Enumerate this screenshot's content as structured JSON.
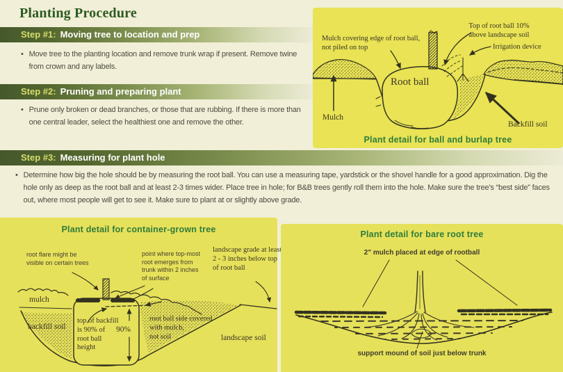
{
  "page": {
    "title": "Planting Procedure",
    "bullet_char": "•"
  },
  "steps": [
    {
      "label": "Step #1:",
      "title": "Moving tree to location and prep",
      "body": "Move tree to the planting location and remove trunk wrap if present. Remove twine from crown and any labels."
    },
    {
      "label": "Step #2:",
      "title": "Pruning and preparing plant",
      "body": "Prune only broken or dead branches, or those that are rubbing. If there is more than one central leader, select the healthiest one and remove the other."
    },
    {
      "label": "Step #3:",
      "title": "Measuring for plant hole",
      "body": "Determine how big the hole should be by measuring the root ball. You can use a measuring tape, yardstick or the shovel handle for a good approximation. Dig the hole only as deep as the root ball and at least 2-3 times wider. Place tree in hole; for B&B trees gently roll them into the hole. Make sure the tree’s “best side” faces out, where most people will get to see it. Make sure to plant at or slightly above grade."
    }
  ],
  "diagrams": {
    "burlap": {
      "caption": "Plant detail for ball and burlap tree",
      "labels": {
        "mulch_covering": "Mulch covering edge of root ball,\nnot piled on top",
        "top_of_root_ball": "Top of root ball 10%\nabove landscape soil",
        "irrigation": "Irrigation device",
        "root_ball": "Root ball",
        "mulch": "Mulch",
        "backfill_soil": "Backfill soil"
      }
    },
    "container": {
      "caption": "Plant detail for container-grown tree",
      "labels": {
        "root_flare": "root flare might be\nvisible on certain trees",
        "topmost_root": "point where top-most\nroot emerges from\ntrunk within 2 inches\nof surface",
        "landscape_grade": "landscape grade at least\n2 - 3 inches below top\nof root ball",
        "mulch": "mulch",
        "backfill_soil": "backfill soil",
        "top_of_backfill": "top of backfill\nis 90% of\nroot ball\nheight",
        "pct": "90%",
        "root_ball_side": "root ball side covered\nwith mulch,\nnot soil",
        "landscape_soil": "landscape soil"
      }
    },
    "bare_root": {
      "caption": "Plant detail for bare root tree",
      "labels": {
        "mulch_edge": "2\" mulch placed at edge of rootball",
        "support_mound": "support mound of soil just below trunk"
      }
    }
  },
  "colors": {
    "page_background": "#f1efd7",
    "panel_yellow": "#e8e257",
    "banner_dark_green": "#45582c",
    "step_number_yellow": "#d6de6d",
    "heading_green": "#2d5a22",
    "caption_green": "#2f7c3c",
    "ink": "#33321f"
  }
}
